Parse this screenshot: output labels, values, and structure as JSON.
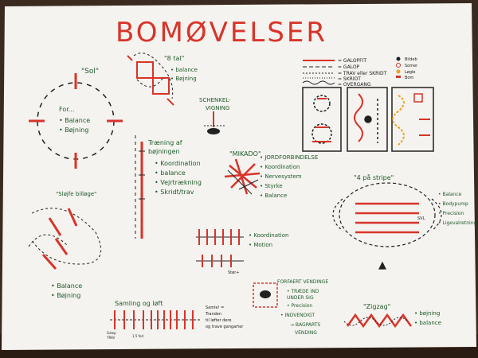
{
  "title": "BOMØVELSER",
  "sol": {
    "label": "\"Sol\"",
    "lines": [
      "For...",
      "• Balance",
      "• Bøjning"
    ]
  },
  "otte_tal": {
    "label": "\"8 tal\"",
    "lines": [
      "• balance",
      "• Bøjning"
    ]
  },
  "schenkel": {
    "lines": [
      "SCHENKEL-",
      "VIGNING"
    ]
  },
  "legend": {
    "items": [
      "= GALOPFIT",
      "= GALOP",
      "= TRAV eller SKRIDT",
      "= SKRIDT",
      "= OVERGANG"
    ],
    "right_items": [
      "Bildeb",
      "Somer",
      "Løgle",
      "Bom"
    ]
  },
  "traening": {
    "lines": [
      "Træning af",
      "bøjningen",
      "• Koordination",
      "• balance",
      "• Vejrtrækning",
      "• Skridt/trav"
    ]
  },
  "mikado": {
    "label": "\"MIKADO\"",
    "lines": [
      "• JORDFORBINDELSE",
      "• Koordination",
      "• Nervesystem",
      "• Styrke",
      "• Balance"
    ]
  },
  "fire_paa_stribe": {
    "label": "\"4 på stripe\"",
    "lines": [
      "• Balance",
      "• Bodypump",
      "• Precision",
      "• Ligevalretning"
    ],
    "sub": "SVL"
  },
  "sloejfe": {
    "label": "\"Sløjfe billøge\"",
    "lines": [
      "• Balance",
      "• Bøjning"
    ]
  },
  "koordination": {
    "lines": [
      "• Koordination",
      "• Motion"
    ],
    "caption": "Stør+"
  },
  "forfaerd": {
    "label": "FORFAERT VENDINGE",
    "lines": [
      "• TRÆDE IND",
      "  UNDER SIG",
      "• Precision",
      "• INDVENDIGT",
      "→ BAGPARTS",
      "  VENDING"
    ]
  },
  "samling": {
    "label": "Samling og løft",
    "note": [
      "Samle! =",
      "Tranden",
      "til løfter dere",
      "og trave gangarter"
    ],
    "ticks": [
      "Galop",
      "TRAV",
      "1,5 fod"
    ]
  },
  "zigzag": {
    "label": "\"Zigzag\"",
    "lines": [
      "• bøjning",
      "• balance"
    ]
  }
}
